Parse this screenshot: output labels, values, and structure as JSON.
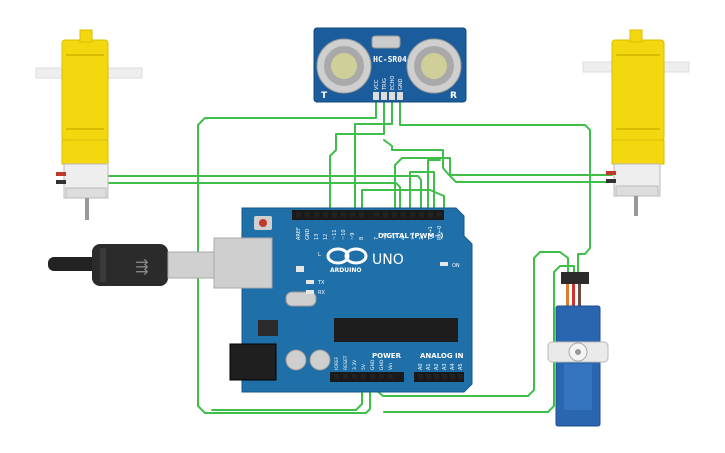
{
  "sensor": {
    "model": "HC-SR04",
    "pins": [
      "VCC",
      "TRIG",
      "ECHO",
      "GND"
    ],
    "left_mark": "T",
    "right_mark": "R"
  },
  "board": {
    "brand": "ARDUINO",
    "model": "UNO",
    "digital_label": "DIGITAL (PWM~)",
    "power_label": "POWER",
    "analog_label": "ANALOG IN",
    "aref": "AREF",
    "gnd": "GND",
    "digital_pins": [
      "13",
      "12",
      "~11",
      "~10",
      "~9",
      "8",
      "7",
      "~6",
      "~5",
      "4",
      "~3",
      "2",
      "TX→1",
      "RX←0"
    ],
    "power_pins": [
      "IOREF",
      "RESET",
      "3.3V",
      "5V",
      "GND",
      "GND",
      "Vin"
    ],
    "analog_pins": [
      "A0",
      "A1",
      "A2",
      "A3",
      "A4",
      "A5"
    ],
    "leds": [
      "L",
      "TX",
      "RX"
    ],
    "on_label": "ON"
  },
  "colors": {
    "wire": "#3fbf4a",
    "board": "#1f6fa9",
    "motor": "#f3d80f",
    "sensor": "#1b5d9c",
    "servo": "#2a66b0"
  }
}
